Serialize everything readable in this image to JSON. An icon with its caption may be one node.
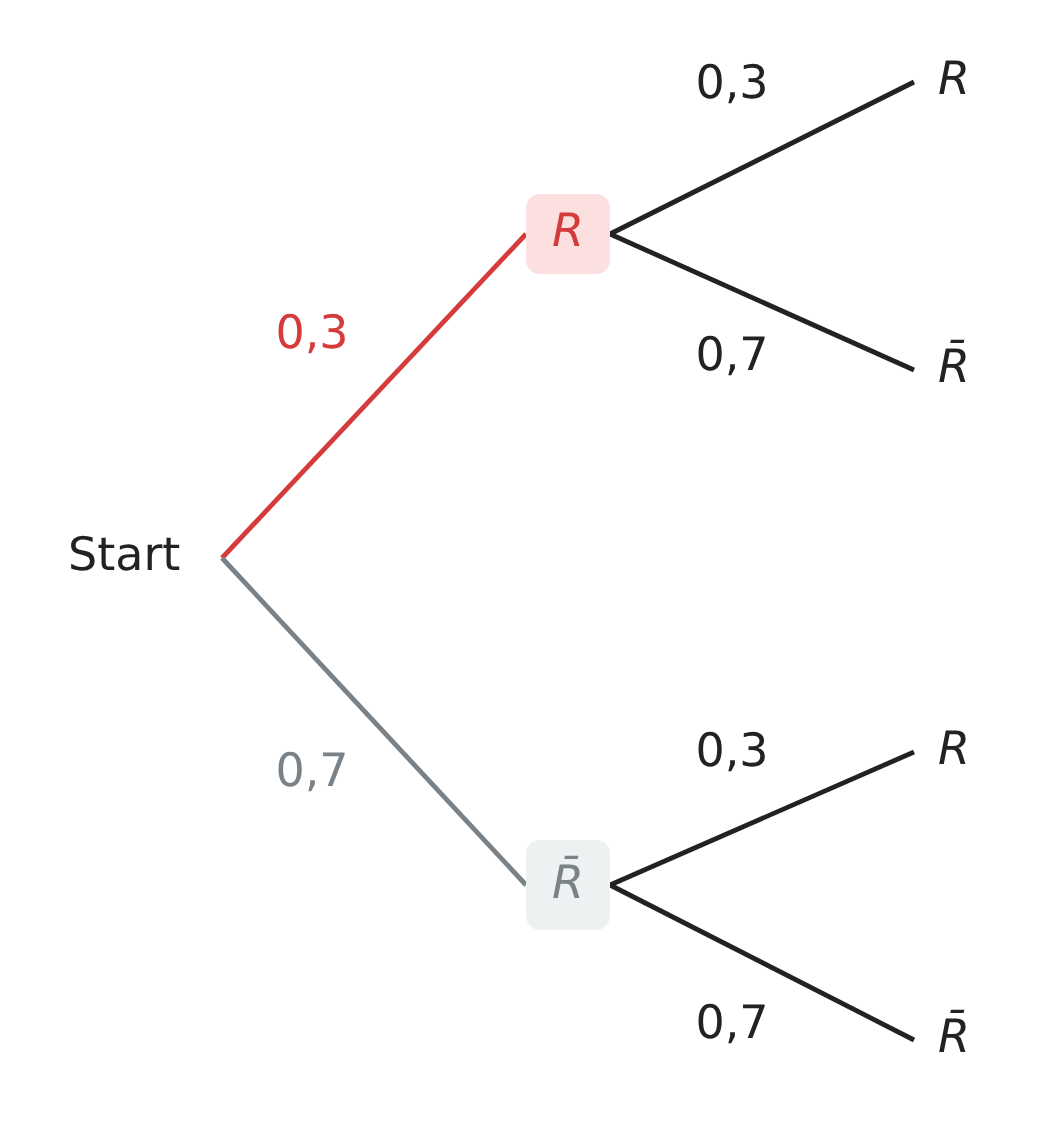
{
  "diagram": {
    "nodes": [
      {
        "text": [
          "Start"
        ]
      },
      {
        "text": [
          "R"
        ]
      },
      {
        "text": [
          "R̄"
        ]
      },
      {
        "text": [
          "R"
        ]
      },
      {
        "text": [
          "R̄"
        ]
      },
      {
        "text": [
          "R"
        ]
      },
      {
        "text": [
          "R̄"
        ]
      }
    ],
    "edges": [
      {
        "from": 0,
        "to": 1,
        "arrow": "none",
        "label": "0,3",
        "color": "#d63b3b"
      },
      {
        "from": 0,
        "to": 2,
        "arrow": "none",
        "label": "0,7",
        "color": "#7a8288"
      },
      {
        "from": 1,
        "to": 3,
        "arrow": "none",
        "label": "0,3"
      },
      {
        "from": 1,
        "to": 4,
        "arrow": "none",
        "label": "0,7"
      },
      {
        "from": 2,
        "to": 5,
        "arrow": "none",
        "label": "0,3"
      },
      {
        "from": 2,
        "to": 6,
        "arrow": "none",
        "label": "0,7"
      }
    ]
  }
}
